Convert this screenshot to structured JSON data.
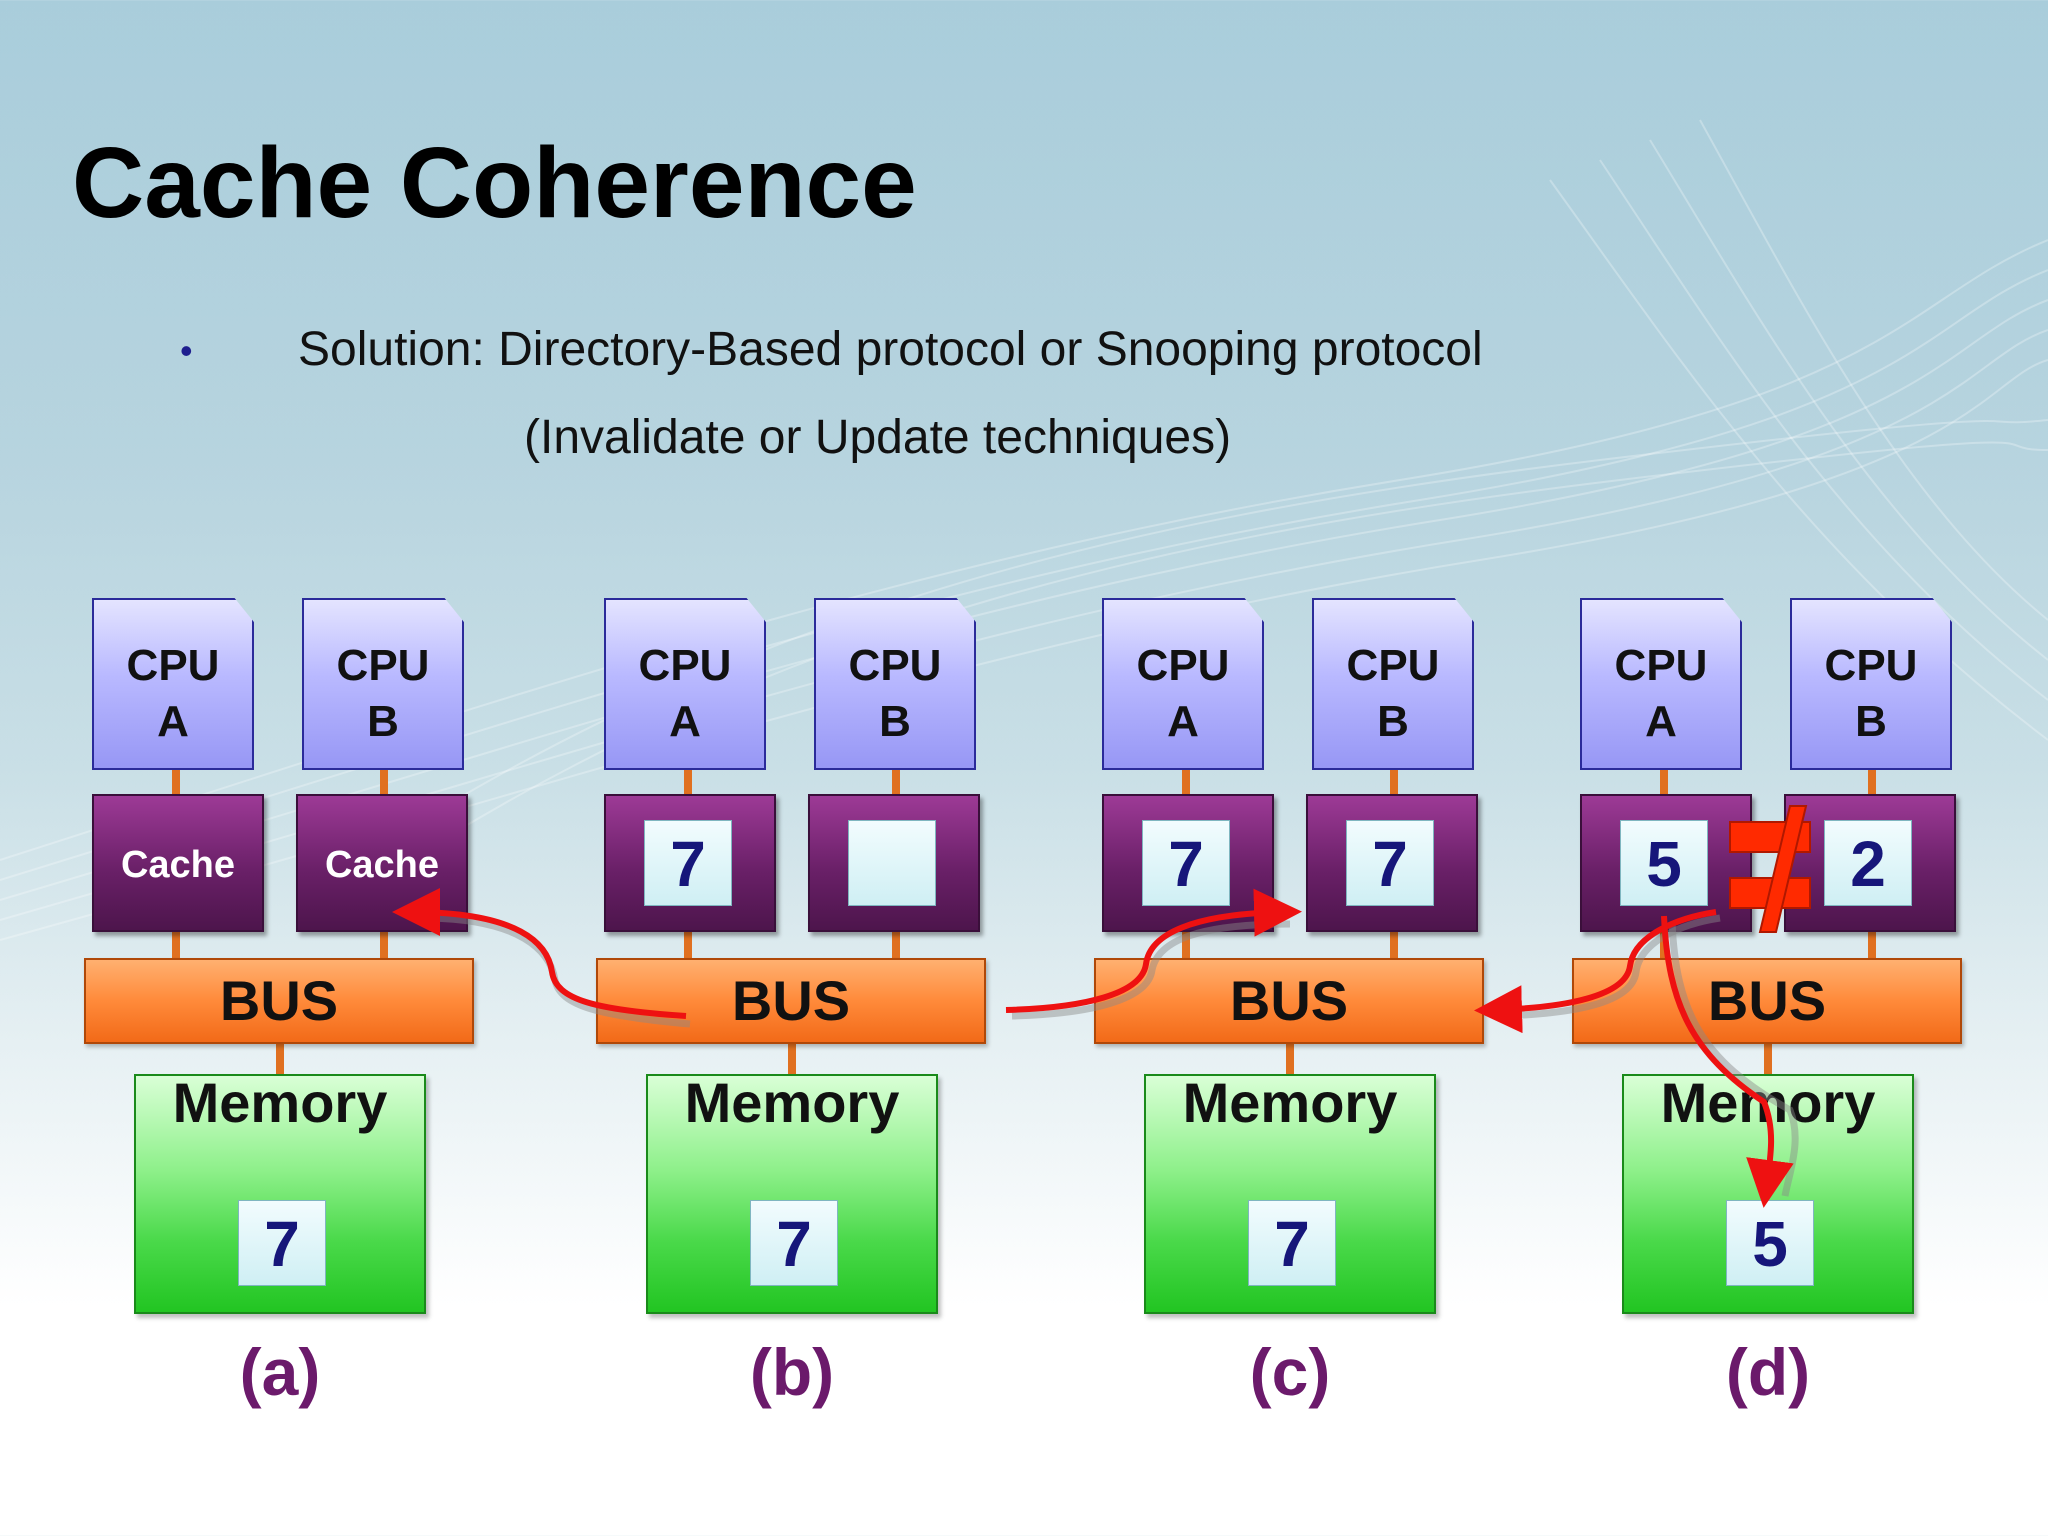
{
  "slide": {
    "title": "Cache Coherence",
    "bullet_marker": "•",
    "bullet_line1": "Solution: Directory-Based protocol or Snooping protocol",
    "bullet_line2": "(Invalidate or Update techniques)"
  },
  "panels": [
    {
      "label": "(a)",
      "cpu_a": [
        "CPU",
        "A"
      ],
      "cpu_b": [
        "CPU",
        "B"
      ],
      "cache_a": {
        "text": "Cache",
        "value": ""
      },
      "cache_b": {
        "text": "Cache",
        "value": ""
      },
      "bus": "BUS",
      "memory": {
        "label": "Memory",
        "value": "7"
      }
    },
    {
      "label": "(b)",
      "cpu_a": [
        "CPU",
        "A"
      ],
      "cpu_b": [
        "CPU",
        "B"
      ],
      "cache_a": {
        "text": "",
        "value": "7"
      },
      "cache_b": {
        "text": "",
        "value": ""
      },
      "bus": "BUS",
      "memory": {
        "label": "Memory",
        "value": "7"
      }
    },
    {
      "label": "(c)",
      "cpu_a": [
        "CPU",
        "A"
      ],
      "cpu_b": [
        "CPU",
        "B"
      ],
      "cache_a": {
        "text": "",
        "value": "7"
      },
      "cache_b": {
        "text": "",
        "value": "7"
      },
      "bus": "BUS",
      "memory": {
        "label": "Memory",
        "value": "7"
      }
    },
    {
      "label": "(d)",
      "cpu_a": [
        "CPU",
        "A"
      ],
      "cpu_b": [
        "CPU",
        "B"
      ],
      "cache_a": {
        "text": "",
        "value": "5"
      },
      "cache_b": {
        "text": "",
        "value": "2"
      },
      "bus": "BUS",
      "memory": {
        "label": "Memory",
        "value": "5"
      }
    }
  ],
  "colors": {
    "arrow": "#ee1111",
    "not_equal_symbol": "#ff2a00",
    "panel_label": "#6b1a6b"
  }
}
